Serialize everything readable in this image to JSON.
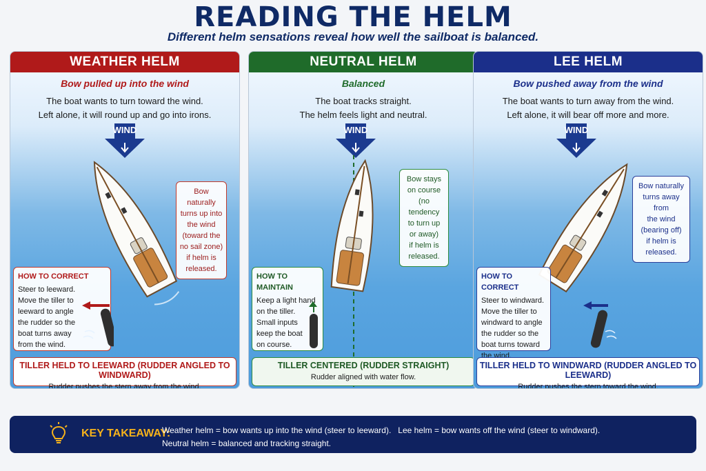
{
  "title": "READING THE HELM",
  "subtitle": "Different helm sensations reveal how well the sailboat is balanced.",
  "wind_label": "WIND",
  "panels": {
    "weather": {
      "heading": "WEATHER HELM",
      "tagline": "Bow pulled up into the wind",
      "desc": [
        "The boat wants to turn toward the wind.",
        "Left alone, it will round up and go into irons."
      ],
      "note": [
        "Bow naturally",
        "turns up into",
        "the wind",
        "(toward the",
        "no sail zone)",
        "if helm is",
        "released."
      ],
      "box_title": "HOW TO CORRECT",
      "box_lines": [
        "Steer to leeward.",
        "Move the tiller to",
        "leeward to angle",
        "the rudder so the",
        "boat turns away",
        "from the wind."
      ],
      "bottom_title": "TILLER HELD TO LEEWARD (RUDDER ANGLED TO WINDWARD)",
      "bottom_desc": "Rudder pushes the stern away from the wind."
    },
    "neutral": {
      "heading": "NEUTRAL HELM",
      "tagline": "Balanced",
      "desc": [
        "The boat tracks straight.",
        "The helm feels light and neutral."
      ],
      "note": [
        "Bow stays",
        "on course",
        "(no tendency",
        "to turn up",
        "or away)",
        "if helm is",
        "released."
      ],
      "box_title": "HOW TO MAINTAIN",
      "box_lines": [
        "Keep a light hand",
        "on the tiller.",
        "Small inputs",
        "keep the boat",
        "on course."
      ],
      "bottom_title": "TILLER CENTERED (RUDDER STRAIGHT)",
      "bottom_desc": "Rudder aligned with water flow."
    },
    "lee": {
      "heading": "LEE HELM",
      "tagline": "Bow pushed away from the wind",
      "desc": [
        "The boat wants to turn away from the wind.",
        "Left alone, it will bear off more and more."
      ],
      "note": [
        "Bow naturally",
        "turns away from",
        "the wind",
        "(bearing off)",
        "if helm is",
        "released."
      ],
      "box_title": "HOW TO CORRECT",
      "box_lines": [
        "Steer to windward.",
        "Move the tiller to",
        "windward to angle",
        "the rudder so the",
        "boat turns toward",
        "the wind."
      ],
      "bottom_title": "TILLER HELD TO WINDWARD (RUDDER ANGLED TO LEEWARD)",
      "bottom_desc": "Rudder pushes the stern toward the wind."
    }
  },
  "takeaway": {
    "label": "KEY TAKEAWAY:",
    "line1": "Weather helm = bow wants up into the wind (steer to leeward).   Lee helm = bow wants off the wind (steer to windward).",
    "line2": "Neutral helm = balanced and tracking straight."
  },
  "colors": {
    "title": "#0f2a66",
    "weather": "#b01a1a",
    "neutral": "#1f6b2a",
    "lee": "#1b2f8a",
    "takeaway_bg": "#0f2260",
    "takeaway_label": "#f6b21b",
    "water": "#5aa5e0"
  },
  "icons": [
    "wind-arrow-icon",
    "sailboat-icon",
    "tiller-arrow-icon",
    "lightbulb-icon"
  ]
}
